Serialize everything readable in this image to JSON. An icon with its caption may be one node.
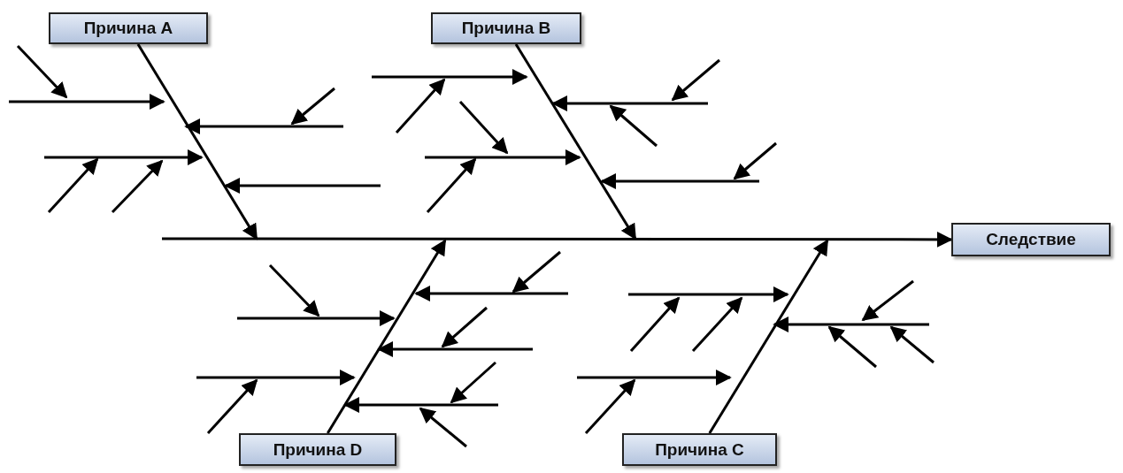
{
  "diagram": {
    "nodes": [
      {
        "text": [
          "Причина A"
        ]
      },
      {
        "text": [
          "Причина B"
        ]
      },
      {
        "text": [
          "Следствие"
        ]
      },
      {
        "text": [
          "Причина D"
        ]
      },
      {
        "text": [
          "Причина C"
        ]
      }
    ],
    "edges": [
      {
        "from": null,
        "to": 2,
        "arrow": "to"
      },
      {
        "from": 0,
        "to": null,
        "arrow": "to"
      },
      {
        "from": 1,
        "to": null,
        "arrow": "to"
      },
      {
        "from": 3,
        "to": null,
        "arrow": "to"
      },
      {
        "from": 4,
        "to": null,
        "arrow": "to"
      }
    ]
  }
}
